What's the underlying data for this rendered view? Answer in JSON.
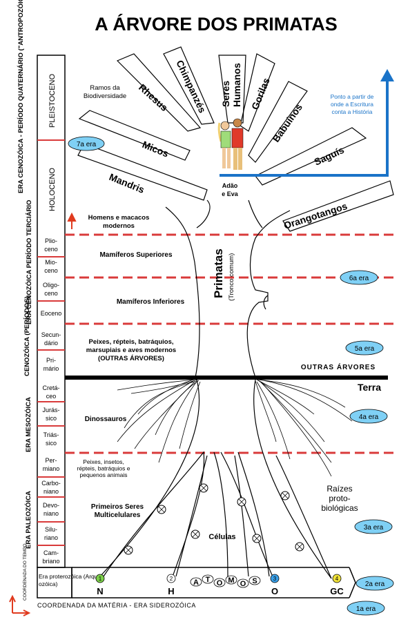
{
  "title": "A ÁRVORE DOS PRIMATAS",
  "eras": {
    "cenozoica_quaternario": "ERA CENOZÓICA - PERÍODO QUATERNÁRIO (\"ANTROPOZÓICO\")",
    "cenozoica_terciario": "ERA CENOZÓICA PERÍODO TERCIÁRIO",
    "cenozoica_periodos": "CENOZÓICA (PERÍODOS)",
    "mesozoica": "ERA MESOZÓICA",
    "paleozoica": "ERA PALEOZÓICA",
    "coordenada_tempo": "COORDENADA DO TEMPO"
  },
  "epochs": {
    "pleistoceno": "PLEISTOCENO",
    "holoceno": "HOLOCENO",
    "plioceno": [
      "Plio-",
      "ceno"
    ],
    "mioceno": [
      "Mio-",
      "ceno"
    ],
    "oligoceno": [
      "Oligo-",
      "ceno"
    ],
    "eoceno": "Eoceno",
    "secundario": [
      "Secun-",
      "dário"
    ],
    "primario": [
      "Pri-",
      "mário"
    ],
    "cretaceo": [
      "Cretá-",
      "ceo"
    ],
    "jurassico": [
      "Jurás-",
      "sico"
    ],
    "triassico": [
      "Triás-",
      "sico"
    ],
    "permiano": [
      "Per-",
      "miano"
    ],
    "carboniano": [
      "Carbo-",
      "niano"
    ],
    "devoniano": [
      "Devo-",
      "niano"
    ],
    "siluriano": [
      "Silu-",
      "riano"
    ],
    "cambriano": [
      "Cam-",
      "briano"
    ],
    "proterozoica": [
      "Era proterozóica (Arque-",
      "ozóica)"
    ]
  },
  "era_badges": [
    "7a era",
    "6a era",
    "5a era",
    "4a era",
    "3a era",
    "2a era",
    "1a era"
  ],
  "branches": {
    "rhesus": "Rhesus",
    "chimpanzes": "Chimpanzés",
    "seres_humanos": [
      "Seres",
      "Humanos"
    ],
    "gorilas": "Gorilas",
    "babuinos": "Babuínos",
    "saguis": "Saguís",
    "micos": "Micos",
    "mandris": "Mandris",
    "orangotangos": "Orangotangos"
  },
  "labels": {
    "ramos": [
      "Ramos da",
      "Biodiversidade"
    ],
    "ponto": [
      "Ponto a partir de",
      "onde a Escritura",
      "conta a História"
    ],
    "adao": [
      "Adão",
      "e Eva"
    ],
    "homens": [
      "Homens e macacos",
      "modernos"
    ],
    "mamiferos_sup": "Mamíferos Superiores",
    "mamiferos_inf": "Mamíferos Inferiores",
    "primatas": "Primatas",
    "tronco": "(Tronco comum)",
    "peixes_rep": [
      "Peixes, répteis, batráquios,",
      "marsupiais e aves modernos",
      "(OUTRAS ÁRVORES)"
    ],
    "outras": "OUTRAS ÁRVORES",
    "terra": "Terra",
    "dinossauros": "Dinossauros",
    "peixes_ins": [
      "Peixes, insetos,",
      "répteis, batráquios e",
      "pequenos animais"
    ],
    "primeiros": [
      "Primeiros Seres",
      "Multicelulares"
    ],
    "celulas": "Células",
    "raizes": [
      "Raízes",
      "proto-",
      "biológicas"
    ],
    "atomos": [
      "A",
      "T",
      "O",
      "M",
      "O",
      "S"
    ],
    "coord_materia": "COORDENADA DA MATÉRIA - ERA SIDEROZÓICA"
  },
  "elements": [
    {
      "num": "1",
      "sym": "N",
      "color": "#7ccf4a"
    },
    {
      "num": "2",
      "sym": "H",
      "color": "#ffffff"
    },
    {
      "num": "3",
      "sym": "O",
      "color": "#3aa0e8"
    },
    {
      "num": "4",
      "sym": "GC",
      "color": "#f0e23a"
    }
  ],
  "colors": {
    "badge": "#7fd0f5",
    "dash": "#d93a3a",
    "arrow_blue": "#1a73c8",
    "arrow_red": "#e03a1e"
  }
}
